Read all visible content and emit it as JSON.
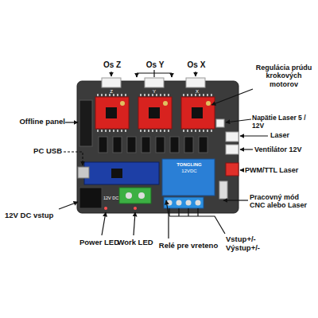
{
  "diagram": {
    "labels": [
      "Os Z",
      "Os Y",
      "Os X",
      "Regulácia prúdu krokových motorov",
      "Offline panel",
      "Napätie Laser 5 / 12V",
      "Laser",
      "Ventilátor 12V",
      "PC USB",
      "PWM/TTL Laser",
      "Pracovný mód CNC alebo Laser",
      "12V DC vstup",
      "Power LED",
      "Work LED",
      "Relé pre vreteno",
      "Vstup+/- Výstup+/-",
      "Z",
      "Y",
      "X",
      "12V DC",
      "TONGLING",
      "12VDC"
    ]
  }
}
